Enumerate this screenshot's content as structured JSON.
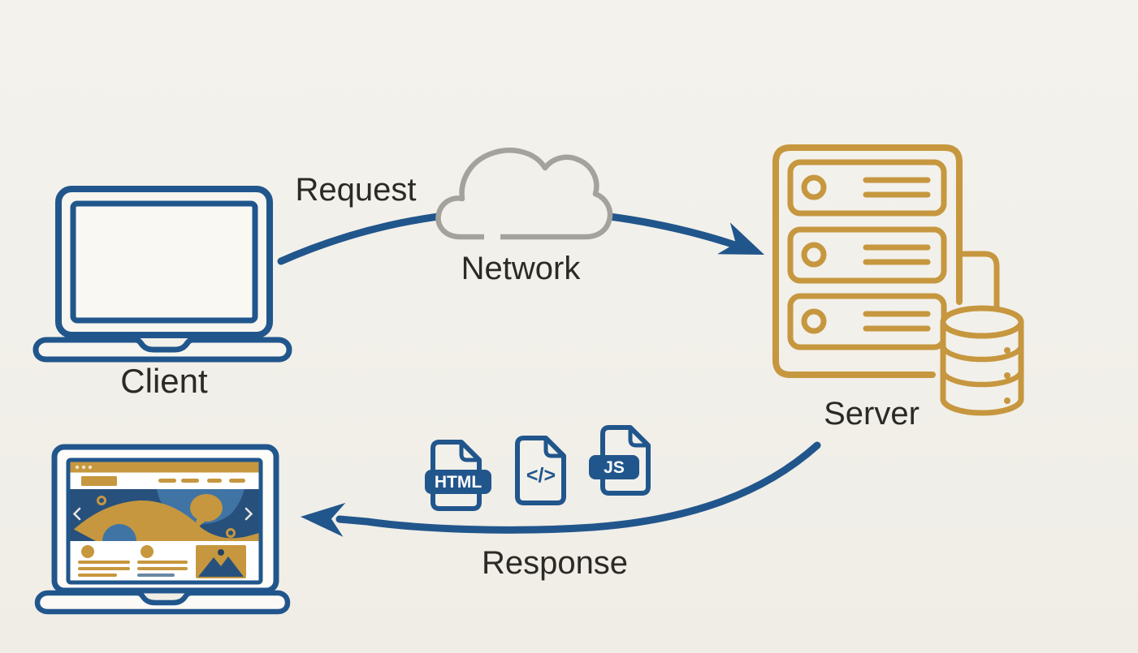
{
  "diagram": {
    "nodes": {
      "client": {
        "label": "Client"
      },
      "network": {
        "label": "Network"
      },
      "server": {
        "label": "Server"
      }
    },
    "edges": {
      "request": {
        "label": "Request",
        "from": "client",
        "to": "server",
        "via": "network"
      },
      "response": {
        "label": "Response",
        "from": "server",
        "to": "client"
      }
    },
    "response_files": {
      "html": {
        "badge": "HTML"
      },
      "code": {
        "glyph": "</>"
      },
      "js": {
        "badge": "JS"
      }
    }
  },
  "colors": {
    "background": "#f2f0ea",
    "primary_blue": "#21568c",
    "accent_gold": "#c6973f",
    "cloud_gray": "#a4a29c",
    "label_text": "#2b2a26",
    "hero_navy": "#27517c",
    "hero_light_blue": "#3f74a5"
  }
}
